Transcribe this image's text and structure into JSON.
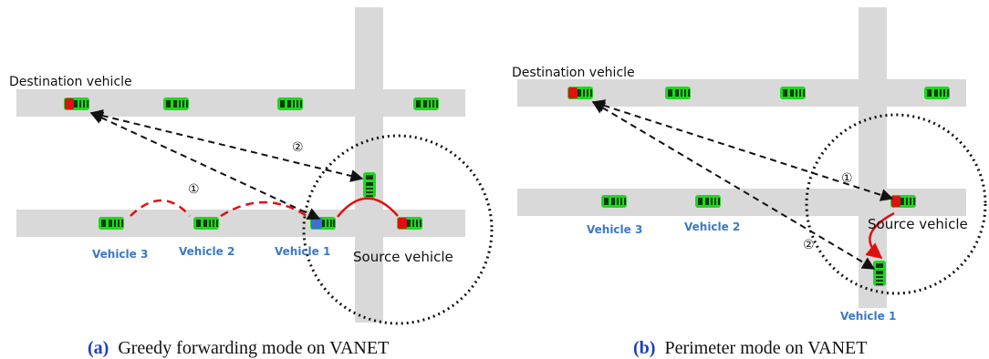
{
  "panel_a": {
    "destination_label": "Destination vehicle",
    "source_label": "Source vehicle",
    "vehicle_labels": [
      "Vehicle 3",
      "Vehicle 2",
      "Vehicle 1"
    ],
    "path_numbers": [
      "①",
      "②"
    ],
    "caption_letter": "(a)",
    "caption_text": "Greedy forwarding mode on VANET"
  },
  "panel_b": {
    "destination_label": "Destination vehicle",
    "source_label": "Source vehicle",
    "vehicle_labels": [
      "Vehicle 3",
      "Vehicle 2",
      "Vehicle 1"
    ],
    "path_numbers": [
      "①",
      "②"
    ],
    "caption_letter": "(b)",
    "caption_text": "Perimeter mode on VANET"
  },
  "colors": {
    "road": "#d9d9d9",
    "vehicle": "#1ed81e",
    "source_dest_accent": "#e01010",
    "vehicle1_accent": "#3a6fd6",
    "forward_link": "#e01010",
    "label_blue": "#3a78c9",
    "caption_blue": "#1f3fbf"
  }
}
